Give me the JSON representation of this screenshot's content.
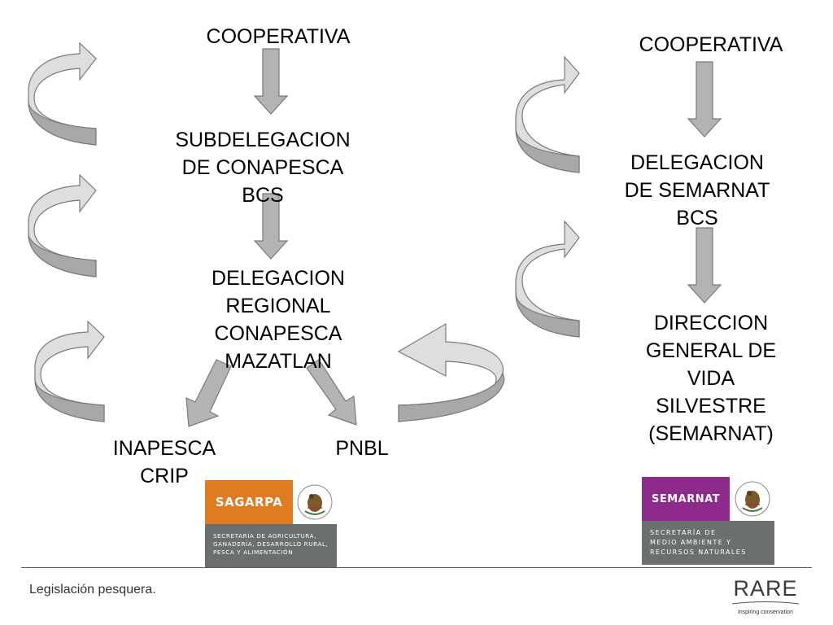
{
  "flow_left": {
    "nodes": [
      {
        "id": "cooperativa-left",
        "label": "COOPERATIVA"
      },
      {
        "id": "subdelegacion-conapesca",
        "label": "SUBDELEGACION\nDE CONAPESCA\nBCS"
      },
      {
        "id": "delegacion-regional",
        "label": "DELEGACION\nREGIONAL\nCONAPESCA\nMAZATLAN"
      },
      {
        "id": "inapesca-crip",
        "label": "INAPESCA\nCRIP"
      },
      {
        "id": "pnbl",
        "label": "PNBL"
      }
    ],
    "edges": [
      {
        "from": "cooperativa-left",
        "to": "subdelegacion-conapesca"
      },
      {
        "from": "subdelegacion-conapesca",
        "to": "delegacion-regional"
      },
      {
        "from": "delegacion-regional",
        "to": "inapesca-crip"
      },
      {
        "from": "delegacion-regional",
        "to": "pnbl"
      }
    ]
  },
  "flow_right": {
    "nodes": [
      {
        "id": "cooperativa-right",
        "label": "COOPERATIVA"
      },
      {
        "id": "delegacion-semarnat",
        "label": "DELEGACION\nDE SEMARNAT\nBCS"
      },
      {
        "id": "direccion-general",
        "label": "DIRECCION\nGENERAL DE\nVIDA\nSILVESTRE\n(SEMARNAT)"
      }
    ],
    "edges": [
      {
        "from": "cooperativa-right",
        "to": "delegacion-semarnat"
      },
      {
        "from": "delegacion-semarnat",
        "to": "direccion-general"
      }
    ]
  },
  "logos": {
    "sagarpa": {
      "name": "SAGARPA",
      "subtitle": "SECRETARÍA DE AGRICULTURA,\nGANADERÍA, DESARROLLO RURAL,\nPESCA Y ALIMENTACIÓN",
      "color": "#e07b22"
    },
    "semarnat": {
      "name": "SEMARNAT",
      "subtitle": "SECRETARÍA DE\nMEDIO AMBIENTE Y\nRECURSOS NATURALES",
      "color": "#8e2a8c"
    }
  },
  "footer": {
    "text": "Legislación pesquera.",
    "brand": "RARE",
    "tagline": "inspiring conservation"
  },
  "colors": {
    "arrow_fill": "#b3b3b3",
    "arrow_stroke": "#7a7a7a",
    "curved_arrow_light": "#e6e6e6",
    "curved_arrow_dark": "#a6a6a6"
  }
}
